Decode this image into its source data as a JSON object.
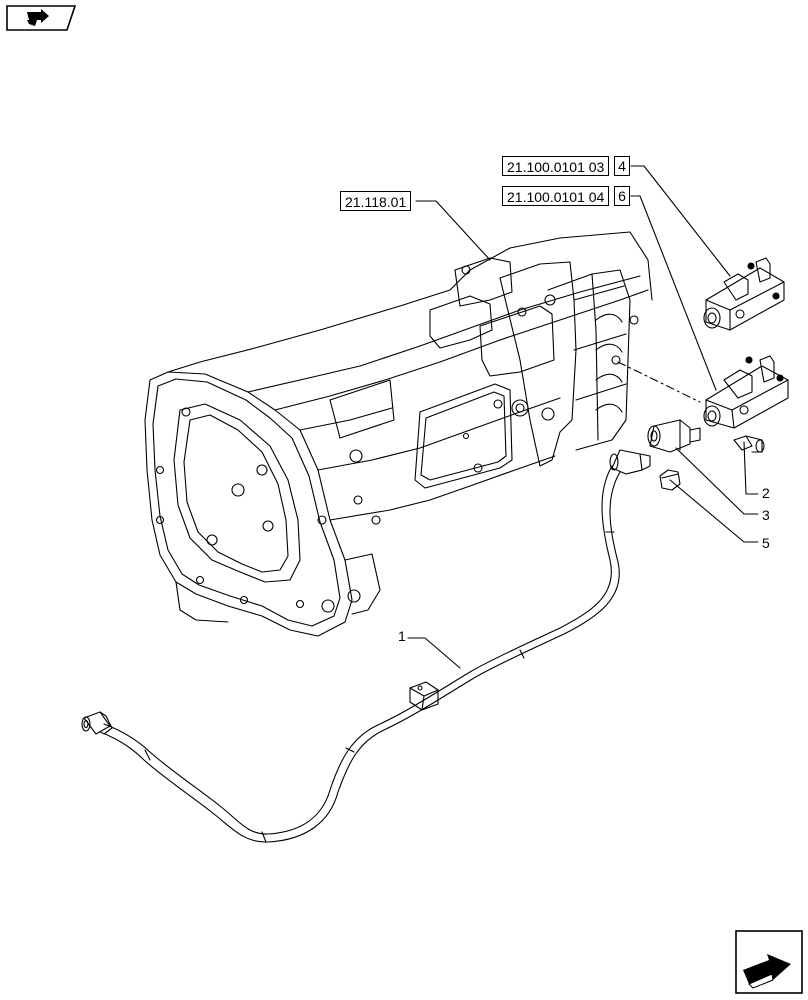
{
  "references": {
    "transmission": "21.118.01",
    "valve_a_ref": "21.100.0101 03",
    "valve_a_item": "4",
    "valve_b_ref": "21.100.0101 04",
    "valve_b_item": "6"
  },
  "callouts": {
    "pipe": "1",
    "screw": "2",
    "adapter": "3",
    "nut": "5"
  },
  "icons": {
    "top_left": "book-pointer-icon",
    "bottom_right": "next-page-arrow-icon"
  }
}
